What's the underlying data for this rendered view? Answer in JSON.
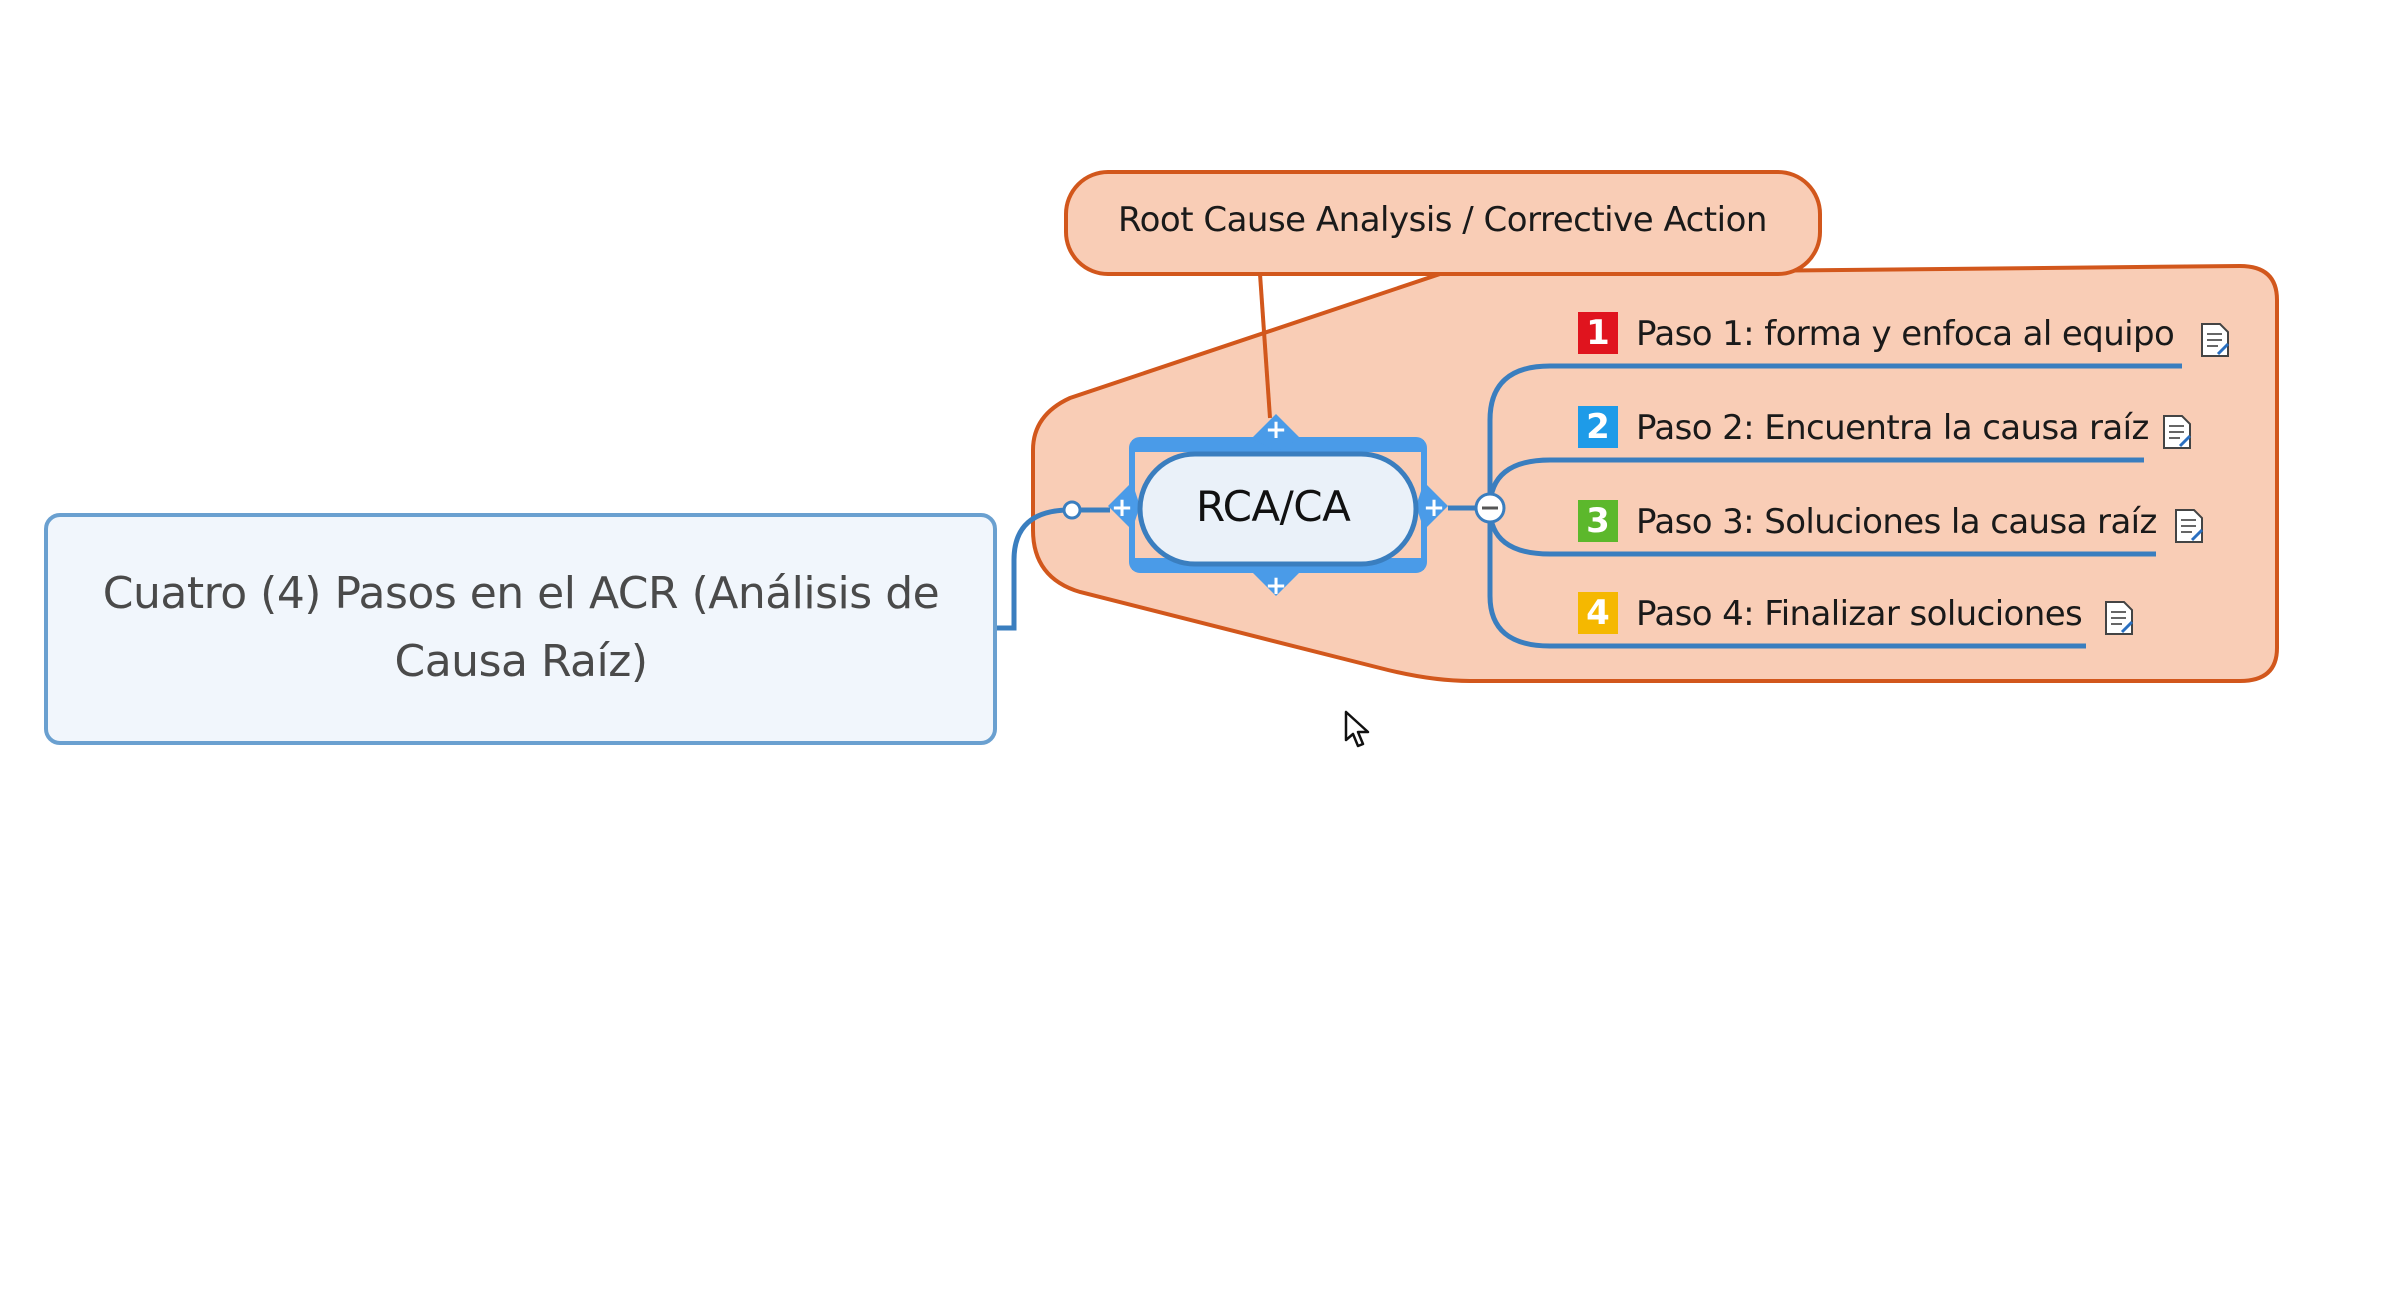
{
  "main_topic": {
    "label": "Cuatro (4) Pasos en el ACR (Análisis de Causa Raíz)"
  },
  "central_topic": {
    "label": "RCA/CA",
    "selected": true
  },
  "callout": {
    "label": "Root Cause Analysis / Corrective Action"
  },
  "steps": [
    {
      "label": "Paso 1: forma y enfoca al equipo",
      "badge": "1",
      "badge_color": "#e0141e",
      "icon": "note-icon"
    },
    {
      "label": "Paso 2: Encuentra la causa raíz",
      "badge": "2",
      "badge_color": "#1e9be8",
      "icon": "note-icon"
    },
    {
      "label": "Paso 3: Soluciones la causa raíz",
      "badge": "3",
      "badge_color": "#5cb82c",
      "icon": "note-icon"
    },
    {
      "label": "Paso 4: Finalizar soluciones",
      "badge": "4",
      "badge_color": "#f5b800",
      "icon": "note-icon"
    }
  ],
  "colors": {
    "boundary_fill": "#f9cdb6",
    "boundary_stroke": "#d2571c",
    "branch_line": "#3a7ebf",
    "selection": "#4a9be8",
    "main_fill": "#f1f6fc",
    "main_stroke": "#6aa0d0"
  }
}
